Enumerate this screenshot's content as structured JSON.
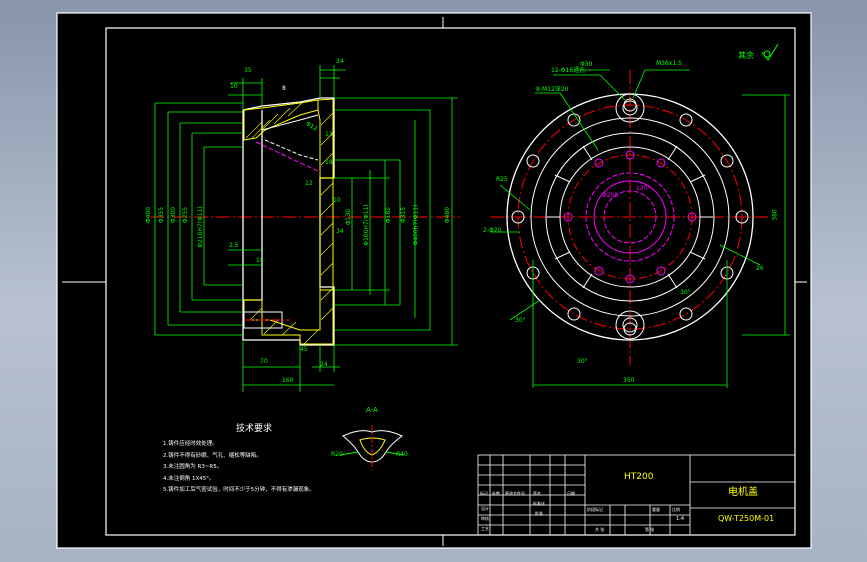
{
  "drawing": {
    "title": "电机盖",
    "material": "HT200",
    "drawing_number": "QW-T250M-01",
    "surface_note": "其余",
    "section_label": "A-A",
    "colors": {
      "background": "#000000",
      "outline": "#ffffff",
      "dimension": "#00ff00",
      "centerline": "#ff0000",
      "hidden": "#ff00ff",
      "section": "#ffff00",
      "viewport": "#9aa8bd"
    }
  },
  "tech_requirements": {
    "heading": "技术要求",
    "items": [
      "1.铸件应经时效处理。",
      "2.铸件不得有砂眼、气孔、缩松等缺陷。",
      "3.未注圆角为 R3~R5。",
      "4.未注倒角 1X45°。",
      "5.铸件加工后气密试验，时间不少于5分钟，不得有渗漏现象。"
    ]
  },
  "side_view_dims": {
    "top": [
      "35",
      "10",
      "34",
      "8"
    ],
    "left_diameters": [
      "Φ400",
      "Φ355",
      "Φ300",
      "Φ255",
      "Φ210H7(Φ11)"
    ],
    "right_diameters": [
      "Φ130",
      "Φ100H7(Φ11)",
      "Φ182",
      "Φ315",
      "Φ400h7(Φ11)",
      "Φ480"
    ],
    "misc": [
      "13",
      "18",
      "12",
      "10",
      "34",
      "2.5",
      "15",
      "Φ12"
    ],
    "bottom": [
      "70",
      "24",
      "160",
      "45"
    ]
  },
  "front_view_dims": {
    "callouts": [
      "12-Φ16通孔",
      "Φ30",
      "M36x1.5",
      "8-M12深20",
      "R25",
      "Φ258",
      "2-Φ20",
      "120°",
      "30°",
      "30°",
      "30°"
    ],
    "right": [
      "380",
      "26"
    ],
    "bottom": "350"
  },
  "section_dims": [
    "R20",
    "R40"
  ],
  "title_block": {
    "left_labels": [
      "标记",
      "处数",
      "更改文件号",
      "签名",
      "日期"
    ],
    "rows": [
      "设计",
      "审核",
      "工艺",
      "批准"
    ],
    "mid": [
      "标准化",
      "批准"
    ],
    "right_labels": [
      "阶段标记",
      "重量",
      "比例",
      "共 张",
      "第 张"
    ],
    "scale": "1:4"
  }
}
